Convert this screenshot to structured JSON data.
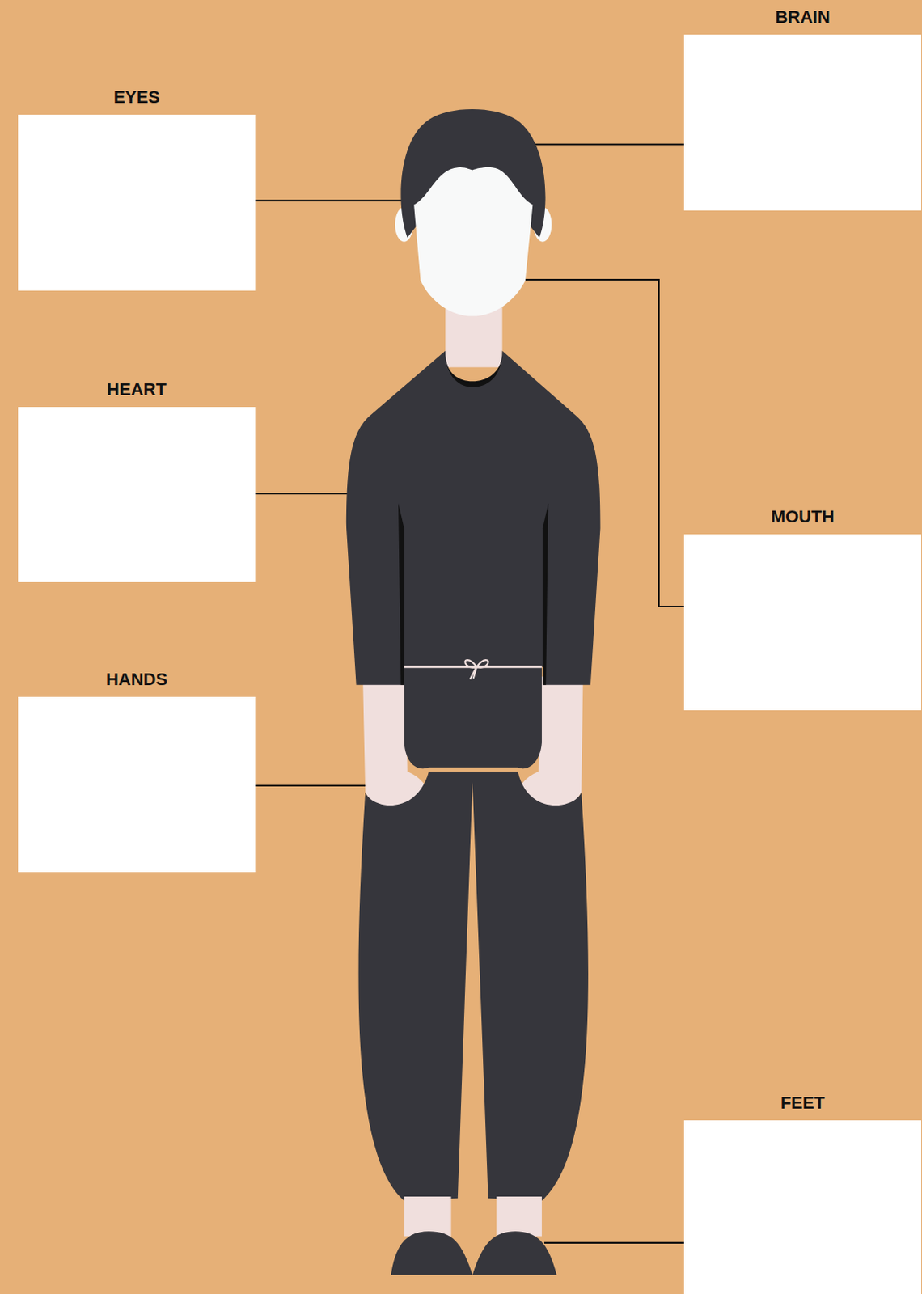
{
  "diagram": {
    "nodes": [
      {
        "text": [
          "BRAIN"
        ]
      },
      {
        "text": [
          "EYES"
        ]
      },
      {
        "text": [
          "HEART"
        ]
      },
      {
        "text": [
          "MOUTH"
        ]
      },
      {
        "text": [
          "HANDS"
        ]
      },
      {
        "text": [
          "FEET"
        ]
      }
    ]
  }
}
